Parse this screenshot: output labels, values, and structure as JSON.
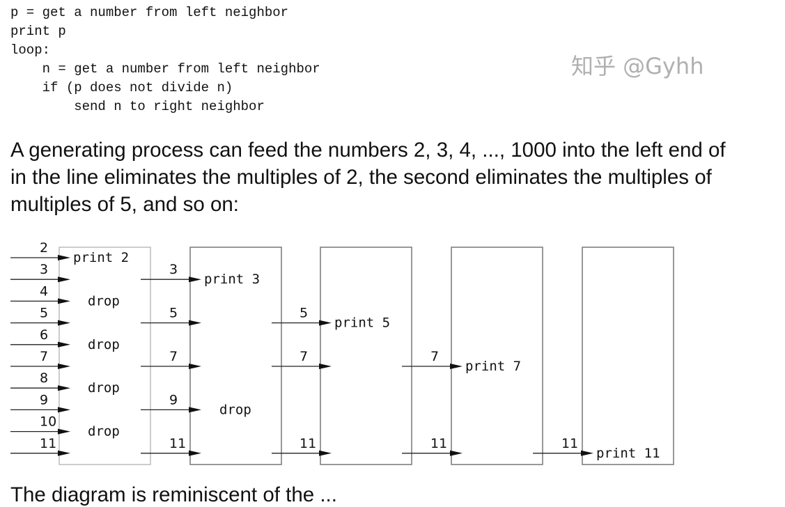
{
  "code_lines": [
    "p = get a number from left neighbor",
    "print p",
    "loop:",
    "    n = get a number from left neighbor",
    "    if (p does not divide n)",
    "        send n to right neighbor"
  ],
  "paragraph_lines": [
    "A generating process can feed the numbers 2, 3, 4, ..., 1000 into the left end of",
    "in the line eliminates the multiples of 2, the second eliminates the multiples of",
    "multiples of 5, and so on:"
  ],
  "next_paragraph_partial": "The diagram is reminiscent of the ... ",
  "diagram": {
    "input_numbers": [
      "2",
      "3",
      "4",
      "5",
      "6",
      "7",
      "8",
      "9",
      "10",
      "11"
    ],
    "stages": [
      {
        "prime": "print 2",
        "inputs": [
          "2",
          "3",
          "4",
          "5",
          "6",
          "7",
          "8",
          "9",
          "10",
          "11"
        ],
        "drops": [
          "drop",
          "drop",
          "drop",
          "drop"
        ]
      },
      {
        "prime": "print 3",
        "inputs": [
          "3",
          "5",
          "7",
          "9",
          "11"
        ],
        "drops": [
          "drop"
        ]
      },
      {
        "prime": "print 5",
        "inputs": [
          "5",
          "7",
          "11"
        ],
        "drops": []
      },
      {
        "prime": "print 7",
        "inputs": [
          "7",
          "11"
        ],
        "drops": []
      },
      {
        "prime": "print 11",
        "inputs": [
          "11"
        ],
        "drops": []
      }
    ]
  },
  "watermark": "知乎 @Gyhh",
  "colors": {
    "box_first": "#bbbbbb",
    "box": "#777777",
    "line": "#222222"
  }
}
